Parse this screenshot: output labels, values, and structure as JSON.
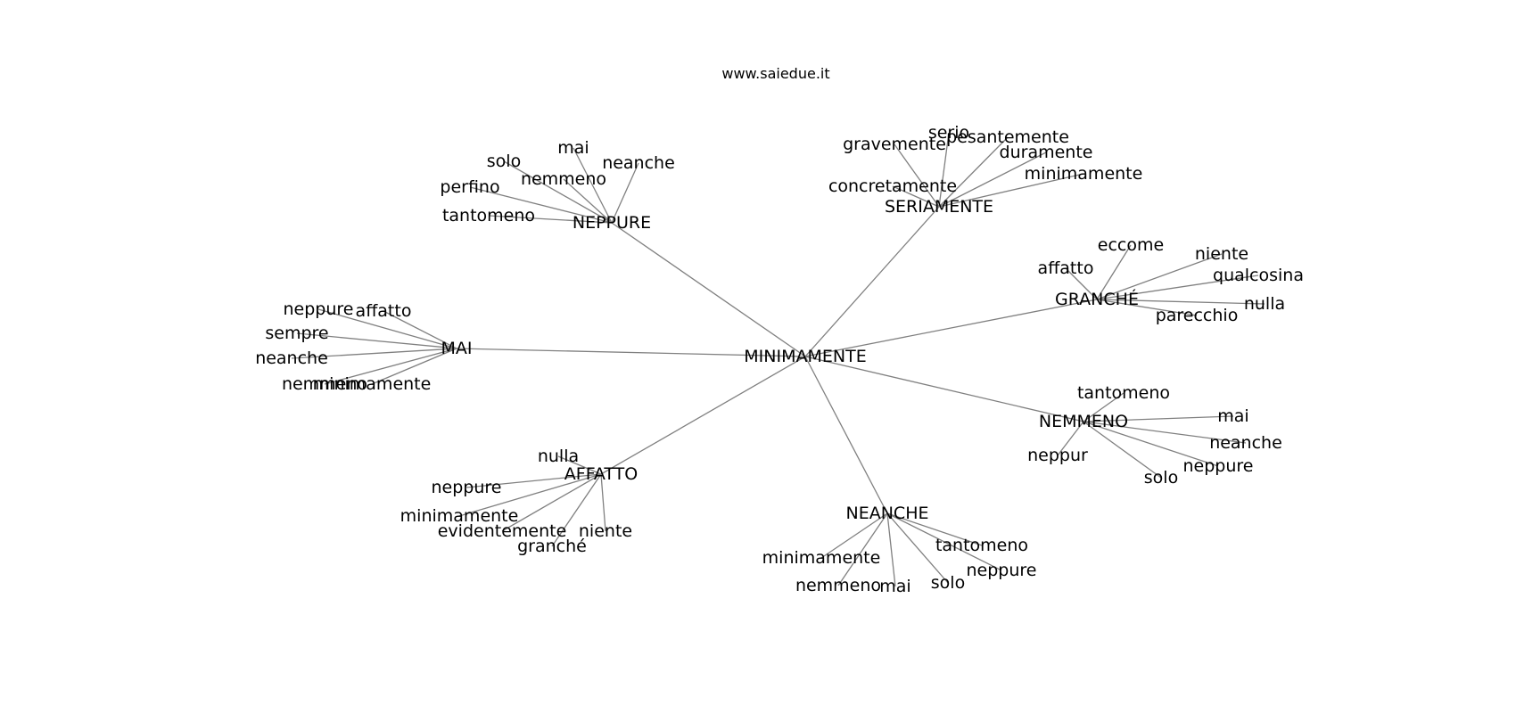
{
  "site_label": "www.saiedue.it",
  "center": {
    "id": "MINIMAMENTE",
    "label": "MINIMAMENTE"
  },
  "edge_color": "#808080",
  "hubs": [
    {
      "id": "neppure",
      "label": "NEPPURE",
      "leaves": [
        "mai",
        "solo",
        "neanche",
        "nemmeno",
        "perfino",
        "tantomeno"
      ]
    },
    {
      "id": "seriamente",
      "label": "SERIAMENTE",
      "leaves": [
        "serio",
        "pesantemente",
        "gravemente",
        "duramente",
        "minimamente",
        "concretamente"
      ]
    },
    {
      "id": "granche",
      "label": "GRANCHÉ",
      "leaves": [
        "eccome",
        "niente",
        "affatto",
        "qualcosina",
        "nulla",
        "parecchio"
      ]
    },
    {
      "id": "mai",
      "label": "MAI",
      "leaves": [
        "neppure",
        "affatto",
        "sempre",
        "neanche",
        "nemmeno",
        "minimamente"
      ]
    },
    {
      "id": "nemmeno",
      "label": "NEMMENO",
      "leaves": [
        "tantomeno",
        "mai",
        "neanche",
        "neppur",
        "neppure",
        "solo"
      ]
    },
    {
      "id": "affatto",
      "label": "AFFATTO",
      "leaves": [
        "nulla",
        "neppure",
        "minimamente",
        "evidentemente",
        "niente",
        "granché"
      ]
    },
    {
      "id": "neanche",
      "label": "NEANCHE",
      "leaves": [
        "tantomeno",
        "minimamente",
        "neppure",
        "nemmeno",
        "mai",
        "solo"
      ]
    }
  ]
}
